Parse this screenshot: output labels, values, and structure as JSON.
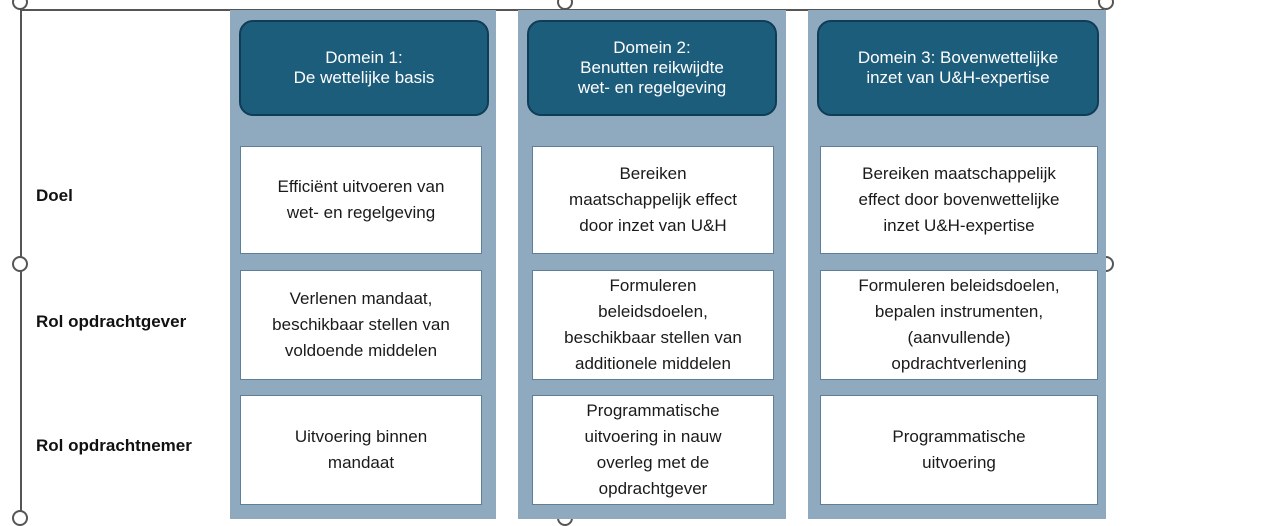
{
  "rows": {
    "doel": "Doel",
    "opdrachtgever": "Rol opdrachtgever",
    "opdrachtnemer": "Rol opdrachtnemer"
  },
  "domains": [
    {
      "title": [
        "Domein 1:",
        "De wettelijke basis"
      ],
      "doel": [
        "Efficiënt uitvoeren van",
        "wet- en regelgeving"
      ],
      "opdrachtgever": [
        "Verlenen mandaat,",
        "beschikbaar stellen van",
        "voldoende middelen"
      ],
      "opdrachtnemer": [
        "Uitvoering binnen",
        "mandaat"
      ]
    },
    {
      "title": [
        "Domein 2:",
        "Benutten reikwijdte",
        "wet- en regelgeving"
      ],
      "doel": [
        "Bereiken",
        "maatschappelijk effect",
        "door inzet van U&H"
      ],
      "opdrachtgever": [
        "Formuleren",
        "beleidsdoelen,",
        "beschikbaar stellen van",
        "additionele middelen"
      ],
      "opdrachtnemer": [
        "Programmatische",
        "uitvoering in nauw",
        "overleg met de",
        "opdrachtgever"
      ]
    },
    {
      "title": [
        "Domein 3: Bovenwettelijke",
        "inzet van U&H-expertise"
      ],
      "doel": [
        "Bereiken maatschappelijk",
        "effect door bovenwettelijke",
        "inzet U&H-expertise"
      ],
      "opdrachtgever": [
        "Formuleren beleidsdoelen,",
        "bepalen instrumenten,",
        "(aanvullende)",
        "opdrachtverlening"
      ],
      "opdrachtnemer": [
        "Programmatische",
        "uitvoering"
      ]
    }
  ],
  "colors": {
    "column_bg": "#8fa9bf",
    "header_bg": "#1d5d7c",
    "header_text": "#ffffff"
  }
}
